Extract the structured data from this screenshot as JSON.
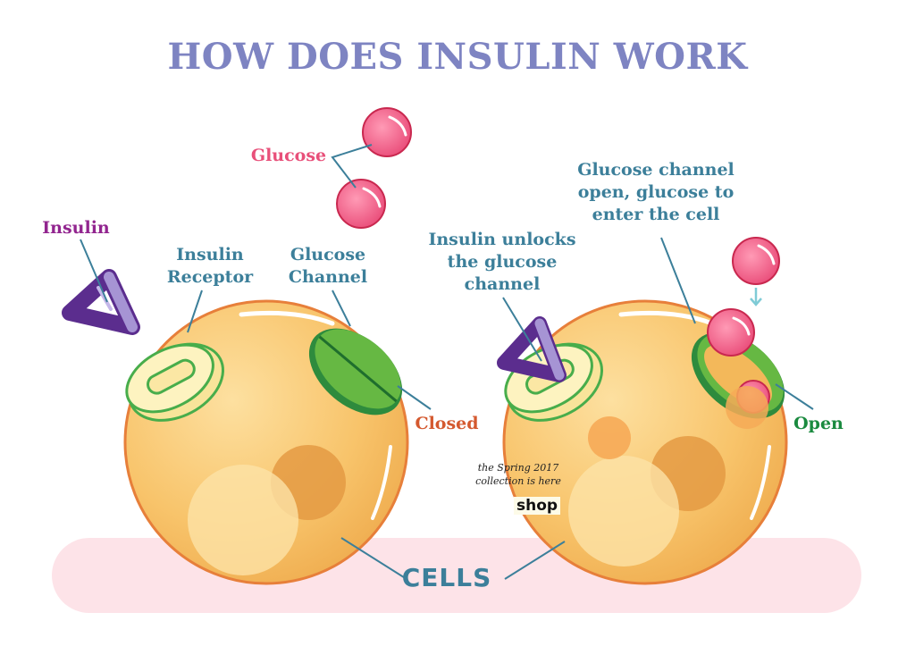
{
  "title": "HOW DOES INSULIN WORK",
  "labels": {
    "glucose": "Glucose",
    "insulin": "Insulin",
    "insulin_receptor": [
      "Insulin",
      "Receptor"
    ],
    "glucose_channel": [
      "Glucose",
      "Channel"
    ],
    "closed": "Closed",
    "insulin_unlocks": [
      "Insulin unlocks",
      "the glucose",
      "channel"
    ],
    "channel_open": [
      "Glucose channel",
      "open, glucose to",
      "enter the cell"
    ],
    "open": "Open",
    "cells": "CELLS"
  },
  "promo": {
    "line1": "the Spring 2017",
    "line2": "collection is here",
    "shop": "shop"
  },
  "colors": {
    "title": "#7e84c2",
    "cell": "#f7c46b",
    "channel": "#3aa447",
    "receptor": "#f8e79a",
    "glucose": "#ef5c86",
    "insulin": "#5b2d8e",
    "base": "#fde3e8"
  }
}
